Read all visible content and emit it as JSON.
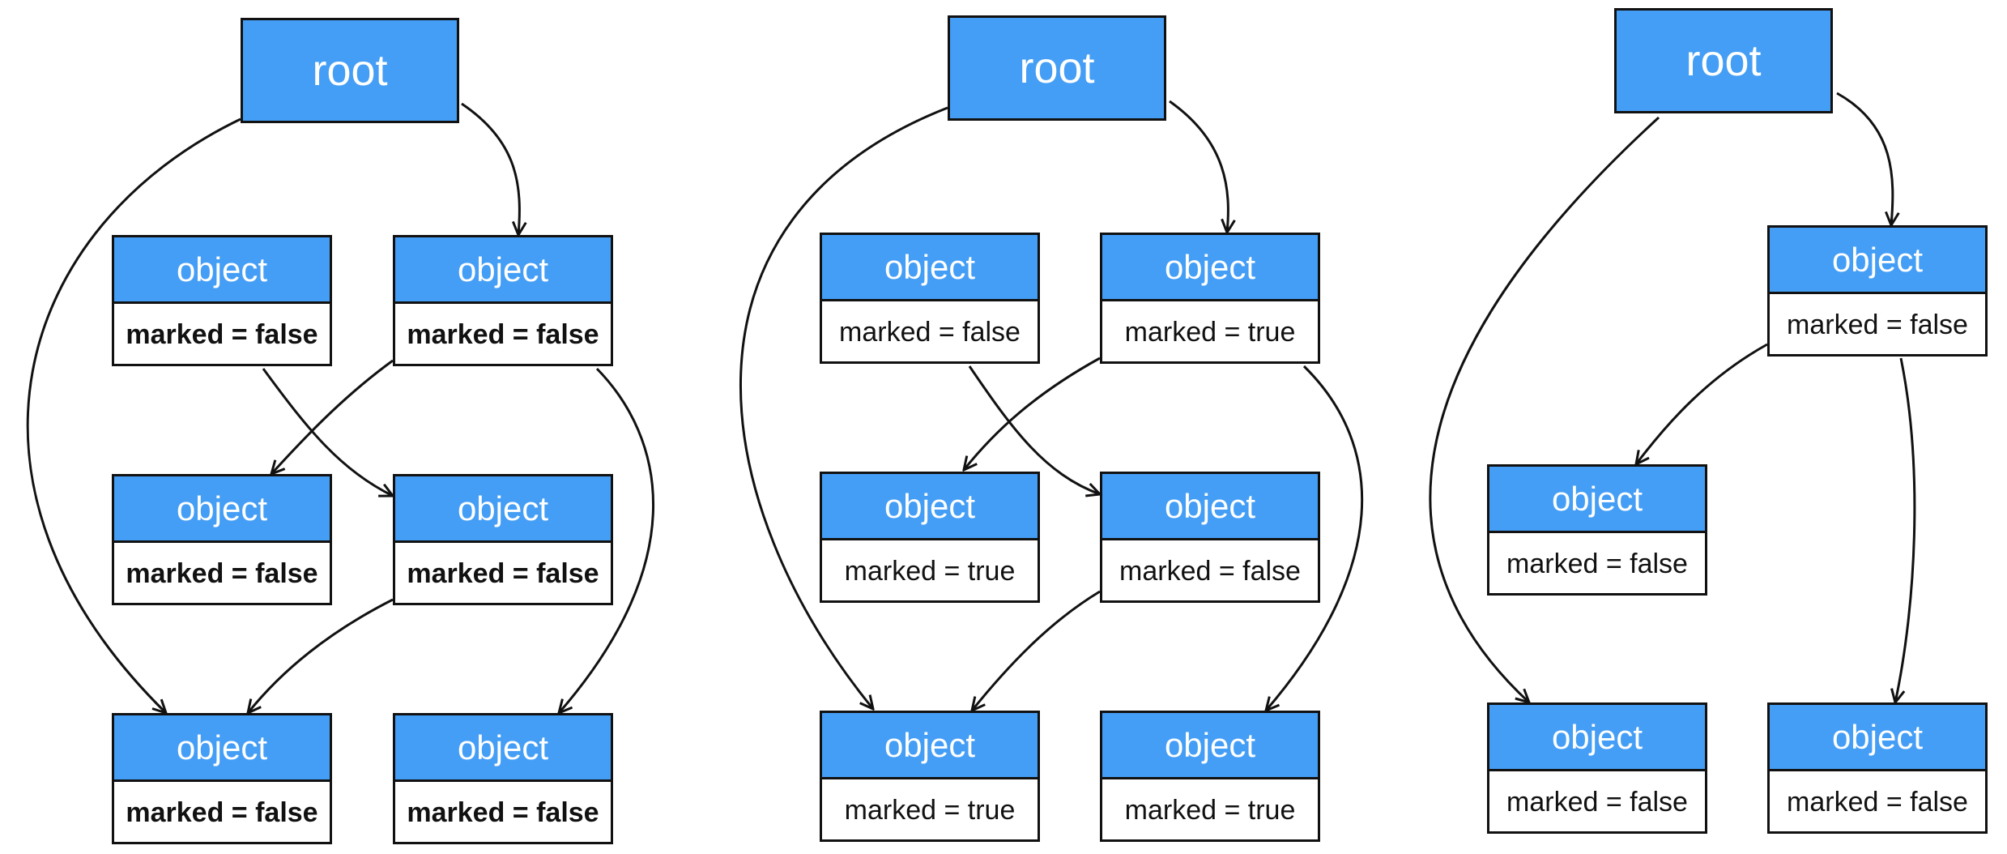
{
  "diagrams": [
    {
      "root_label": "root",
      "objects": [
        {
          "title": "object",
          "status": "marked = false"
        },
        {
          "title": "object",
          "status": "marked = false"
        },
        {
          "title": "object",
          "status": "marked = false"
        },
        {
          "title": "object",
          "status": "marked = false"
        },
        {
          "title": "object",
          "status": "marked = false"
        },
        {
          "title": "object",
          "status": "marked = false"
        }
      ]
    },
    {
      "root_label": "root",
      "objects": [
        {
          "title": "object",
          "status": "marked = false"
        },
        {
          "title": "object",
          "status": "marked = true"
        },
        {
          "title": "object",
          "status": "marked = true"
        },
        {
          "title": "object",
          "status": "marked = false"
        },
        {
          "title": "object",
          "status": "marked = true"
        },
        {
          "title": "object",
          "status": "marked = true"
        }
      ]
    },
    {
      "root_label": "root",
      "objects": [
        {
          "title": "object",
          "status": "marked = false"
        },
        {
          "title": "object",
          "status": "marked = false"
        },
        {
          "title": "object",
          "status": "marked = false"
        },
        {
          "title": "object",
          "status": "marked = false"
        }
      ]
    }
  ],
  "colors": {
    "node_fill": "#459ef5",
    "border": "#111111",
    "edge": "#111111",
    "background": "#ffffff"
  }
}
